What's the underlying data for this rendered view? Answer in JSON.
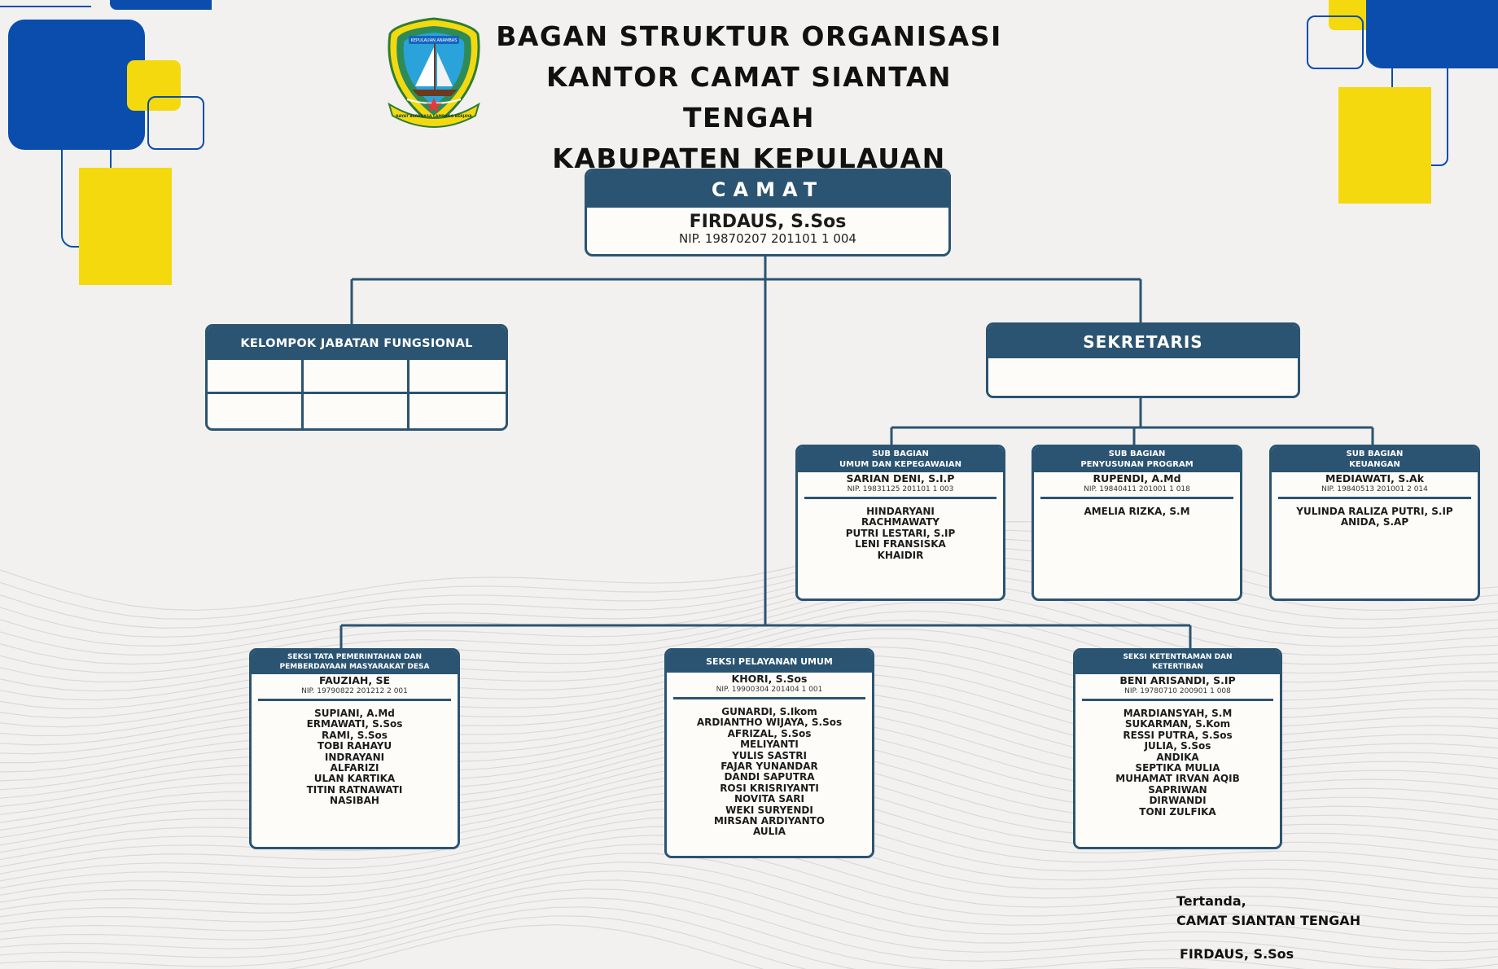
{
  "header": {
    "title_lines": [
      "BAGAN STRUKTUR ORGANISASI",
      "KANTOR CAMAT SIANTAN TENGAH",
      "KABUPATEN KEPULAUAN ANAMBAS"
    ],
    "logo_text": "KEPULAUAN ANAMBAS",
    "logo_motto": "RAYAT BERKUASA LAMBANG BERJAYA"
  },
  "camat": {
    "title": "CAMAT",
    "name": "FIRDAUS, S.Sos",
    "nip": "NIP. 19870207 201101 1 004"
  },
  "fungsional": {
    "title": "KELOMPOK JABATAN FUNGSIONAL"
  },
  "sekretaris": {
    "title": "SEKRETARIS"
  },
  "sub_bagian": [
    {
      "head": [
        "SUB BAGIAN",
        "UMUM DAN KEPEGAWAIAN"
      ],
      "name": "SARIAN DENI, S.I.P",
      "nip": "NIP. 19831125 201101 1 003",
      "staff": [
        "HINDARYANI",
        "RACHMAWATY",
        "PUTRI LESTARI, S.IP",
        "LENI FRANSISKA",
        "KHAIDIR"
      ]
    },
    {
      "head": [
        "SUB BAGIAN",
        "PENYUSUNAN PROGRAM"
      ],
      "name": "RUPENDI, A.Md",
      "nip": "NIP. 19840411 201001 1 018",
      "staff": [
        "AMELIA RIZKA, S.M"
      ]
    },
    {
      "head": [
        "SUB BAGIAN",
        "KEUANGAN"
      ],
      "name": "MEDIAWATI, S.Ak",
      "nip": "NIP. 19840513 201001 2 014",
      "staff": [
        "YULINDA RALIZA PUTRI, S.IP",
        "ANIDA, S.AP"
      ]
    }
  ],
  "seksi": [
    {
      "head": [
        "SEKSI TATA PEMERINTAHAN DAN",
        "PEMBERDAYAAN MASYARAKAT DESA"
      ],
      "name": "FAUZIAH, SE",
      "nip": "NIP. 19790822 201212 2 001",
      "staff": [
        "SUPIANI, A.Md",
        "ERMAWATI, S.Sos",
        "RAMI, S.Sos",
        "TOBI RAHAYU",
        "INDRAYANI",
        "ALFARIZI",
        "ULAN KARTIKA",
        "TITIN RATNAWATI",
        "NASIBAH"
      ]
    },
    {
      "head": [
        "SEKSI PELAYANAN UMUM"
      ],
      "name": "KHORI, S.Sos",
      "nip": "NIP. 19900304 201404 1 001",
      "staff": [
        "GUNARDI, S.Ikom",
        "ARDIANTHO WIJAYA, S.Sos",
        "AFRIZAL, S.Sos",
        "MELIYANTI",
        "YULIS SASTRI",
        "FAJAR YUNANDAR",
        "DANDI SAPUTRA",
        "ROSI KRISRIYANTI",
        "NOVITA SARI",
        "WEKI SURYENDI",
        "MIRSAN ARDIYANTO",
        "AULIA"
      ]
    },
    {
      "head": [
        "SEKSI KETENTRAMAN DAN",
        "KETERTIBAN"
      ],
      "name": "BENI ARISANDI, S.IP",
      "nip": "NIP. 19780710 200901 1 008",
      "staff": [
        "MARDIANSYAH, S.M",
        "SUKARMAN, S.Kom",
        "RESSI PUTRA, S.Sos",
        "JULIA, S.Sos",
        "ANDIKA",
        "SEPTIKA MULIA",
        "MUHAMAT IRVAN AQIB",
        "SAPRIWAN",
        "DIRWANDI",
        "TONI ZULFIKA"
      ]
    }
  ],
  "signature": {
    "line1": "Tertanda,",
    "line2": "CAMAT SIANTAN TENGAH",
    "name": "FIRDAUS, S.Sos"
  },
  "colors": {
    "navy": "#2b5472",
    "blue": "#0a4dad",
    "yellow": "#f4d90f",
    "background": "#f2f1ef"
  }
}
